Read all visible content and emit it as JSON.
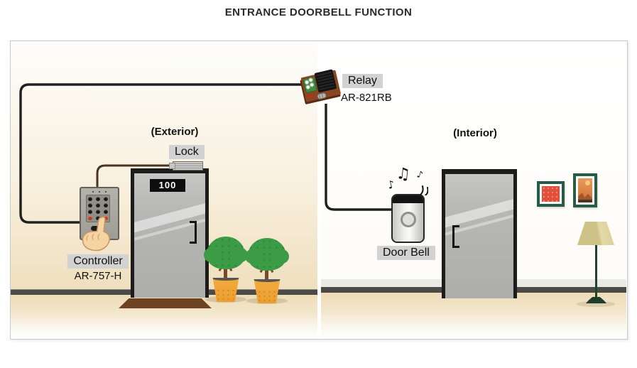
{
  "page": {
    "title": "ENTRANCE DOORBELL FUNCTION"
  },
  "exterior": {
    "section_label": "(Exterior)",
    "lock": {
      "label": "Lock"
    },
    "door": {
      "number": "100"
    },
    "controller": {
      "label": "Controller",
      "model": "AR-757-H"
    }
  },
  "interior": {
    "section_label": "(Interior)",
    "doorbell": {
      "label": "Door Bell",
      "notes": [
        "♪",
        "♫",
        "♪"
      ]
    }
  },
  "relay": {
    "label": "Relay",
    "model": "AR-821RB"
  },
  "colors": {
    "label_bg": "#d2d2d2",
    "wire": "#202020",
    "lock_wire": "#4a3320",
    "wall_exterior": "#efdfbe",
    "wall_interior": "#ffffff",
    "floor": "#eedcb7",
    "baseboard": "#4b4a46",
    "door": "#b5b5b3",
    "door_frame": "#1c1c1a",
    "doormat": "#6d4324",
    "plant_foliage": "#3c9c46",
    "plant_pot": "#f0a438",
    "picture_frame": "#265c44",
    "picture_art_red": "#e2503c",
    "lamp_shade": "#d5ca8f",
    "lamp_pole": "#24432c"
  }
}
